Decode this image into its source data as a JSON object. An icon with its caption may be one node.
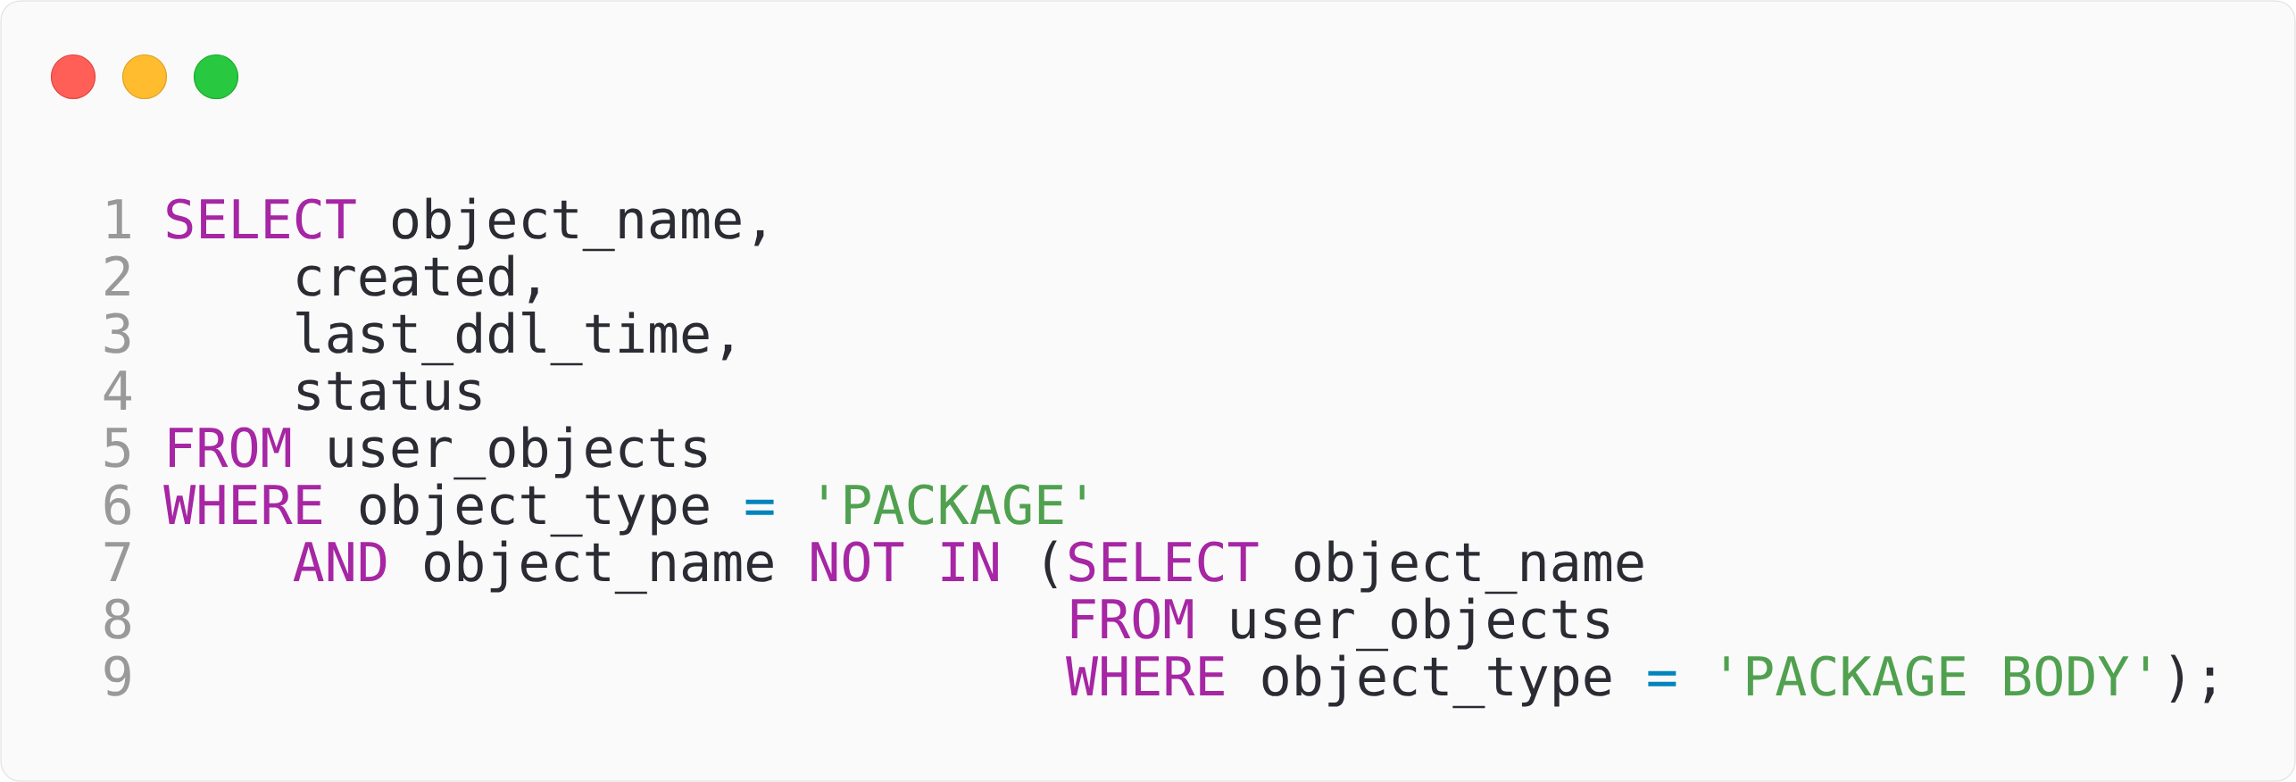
{
  "diagram": {
    "labels": [
      "1",
      "SELECT",
      "object_name,",
      "2",
      "created,",
      "3",
      "last_ddl_time,",
      "4",
      "status",
      "5",
      "FROM",
      "user_objects",
      "6",
      "WHERE",
      "object_type",
      "=",
      "'PACKAGE'",
      "7",
      "AND",
      "object_name",
      "NOT IN",
      "(",
      "SELECT",
      "object_name",
      "8",
      "FROM",
      "user_objects",
      "9",
      "WHERE",
      "object_type",
      "=",
      "'PACKAGE BODY'",
      ");"
    ]
  }
}
